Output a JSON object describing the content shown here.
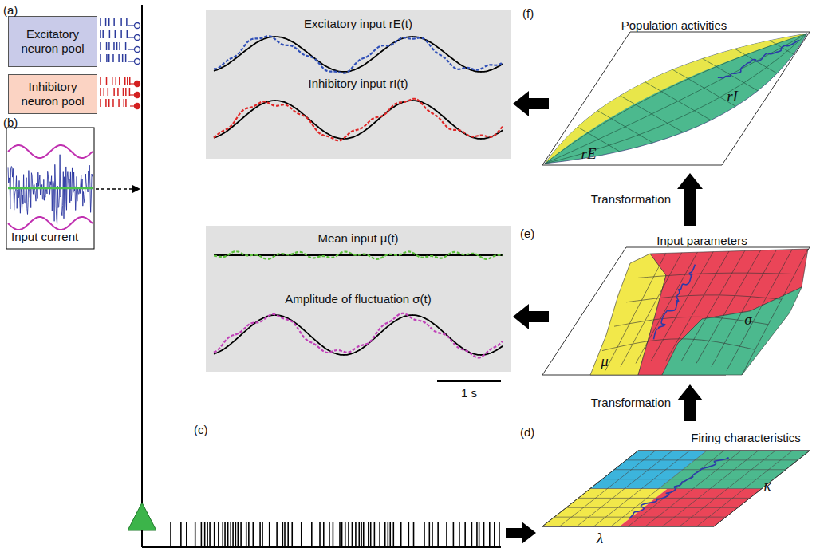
{
  "diagram": {
    "nodes": [
      {
        "text": [
          "Excitatory neuron pool"
        ]
      },
      {
        "text": [
          "Inhibitory neuron pool"
        ]
      },
      {
        "text": [
          "Input current"
        ]
      },
      {
        "text": [
          "Excitatory input rE(t)",
          "Inhibitory input rI(t)"
        ]
      },
      {
        "text": [
          "Mean input μ(t)",
          "Amplitude of fluctuation σ(t)"
        ]
      },
      {
        "text": [
          "Population activities"
        ]
      },
      {
        "text": [
          "Input parameters"
        ]
      },
      {
        "text": [
          "Firing characteristics"
        ]
      }
    ],
    "edges": [
      {
        "from": 5,
        "to": 3,
        "arrow": "to"
      },
      {
        "from": 6,
        "to": 4,
        "arrow": "to"
      },
      {
        "from": 7,
        "to": 6,
        "label": "Transformation",
        "arrow": "to"
      },
      {
        "from": 6,
        "to": 5,
        "label": "Transformation",
        "arrow": "to"
      }
    ],
    "labels": [
      "(a)",
      "(b)",
      "(c)",
      "(d)",
      "(e)",
      "(f)",
      "1 s",
      "rE",
      "rI",
      "μ",
      "σ",
      "κ",
      "λ"
    ]
  }
}
